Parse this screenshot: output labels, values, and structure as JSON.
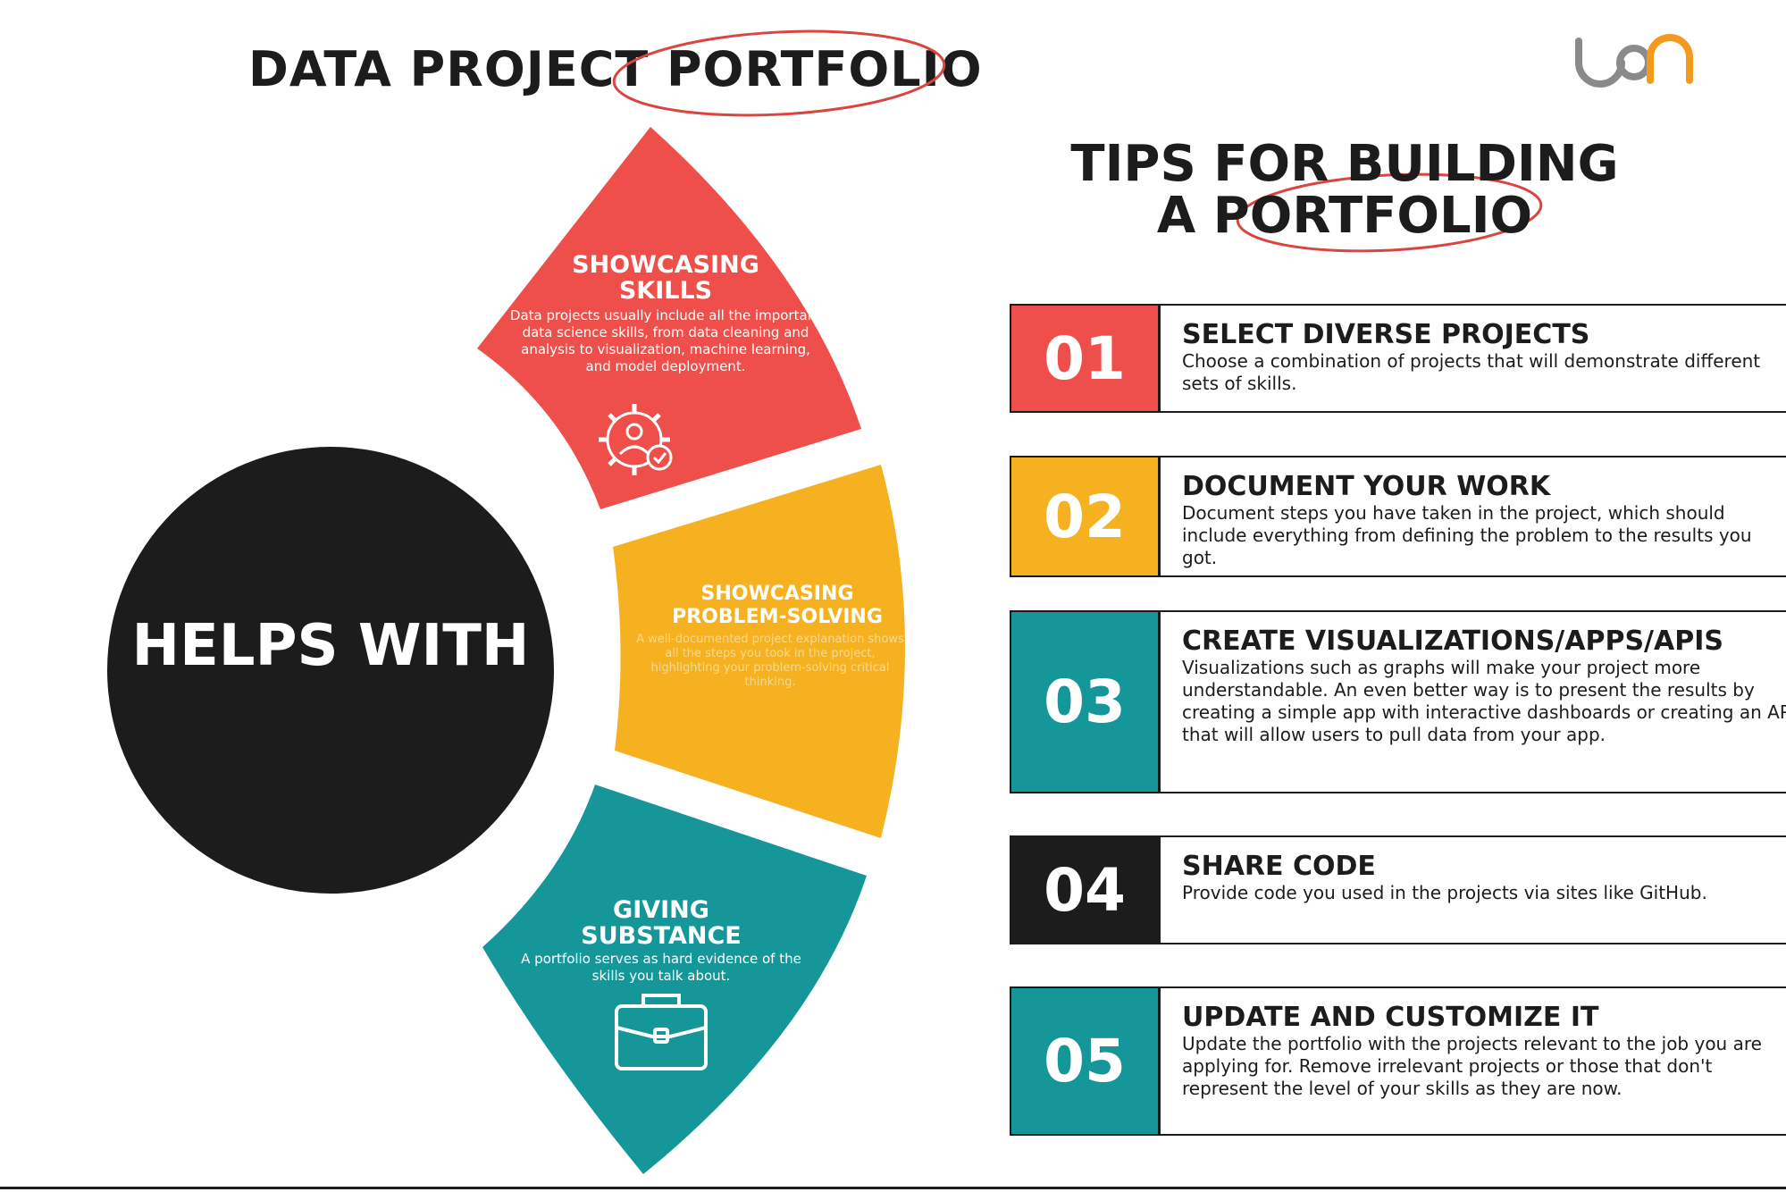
{
  "title": "DATA PROJECT PORTFOLIO",
  "tips_title_line1": "TIPS FOR BUILDING",
  "tips_title_line2": "A PORTFOLIO",
  "center": "HELPS WITH",
  "colors": {
    "red": "#ef4f4a",
    "yellow": "#f6b121",
    "teal": "#15979a",
    "black": "#1c1c1c"
  },
  "segments": [
    {
      "title": "SHOWCASING SKILLS",
      "text": "Data projects usually include all the important data science skills, from data cleaning and analysis to visualization, machine learning, and model deployment.",
      "icon": "gear-user-check-icon",
      "color": "red"
    },
    {
      "title": "SHOWCASING PROBLEM-SOLVING",
      "text": "A well-documented project explanation shows all the steps you took in the project, highlighting your problem-solving critical thinking.",
      "color": "yellow"
    },
    {
      "title": "GIVING SUBSTANCE",
      "text": "A portfolio serves as hard evidence of the skills you talk about.",
      "icon": "briefcase-icon",
      "color": "teal"
    }
  ],
  "tips": [
    {
      "num": "01",
      "title": "SELECT DIVERSE PROJECTS",
      "text": "Choose a combination of projects that will demonstrate different sets of skills.",
      "color": "red"
    },
    {
      "num": "02",
      "title": "DOCUMENT YOUR WORK",
      "text": "Document steps you have taken in the project, which should include everything from defining the problem to the results you got.",
      "color": "yellow"
    },
    {
      "num": "03",
      "title": "CREATE VISUALIZATIONS/APPS/APIS",
      "text": "Visualizations such as graphs will make your project more understandable. An even better way is to present the results by creating a simple app with interactive dashboards or creating an API that will allow users to pull data from your app.",
      "color": "teal"
    },
    {
      "num": "04",
      "title": "SHARE CODE",
      "text": "Provide code you used in the projects via sites like GitHub.",
      "color": "black"
    },
    {
      "num": "05",
      "title": "UPDATE AND CUSTOMIZE IT",
      "text": "Update the portfolio with the projects relevant to the job you are applying for. Remove irrelevant projects or those that don't represent the level of your skills as they are now.",
      "color": "teal"
    }
  ]
}
